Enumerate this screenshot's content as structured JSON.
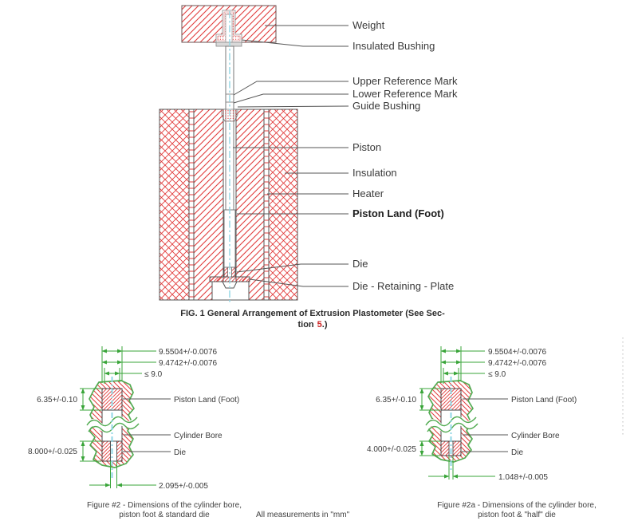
{
  "colors": {
    "hatch_red": "#e13b3b",
    "dimension_green": "#3aa53a",
    "blob_green": "#52ab52",
    "centerline_cyan": "#8fd6e4",
    "leader_gray": "#555555",
    "text_dark": "#3a3a3a",
    "section_ref_red": "#cc2222"
  },
  "fig1": {
    "labels": {
      "weight": "Weight",
      "insulated_bushing": "Insulated Bushing",
      "upper_reference_mark": "Upper Reference Mark",
      "lower_reference_mark": "Lower Reference Mark",
      "guide_bushing": "Guide Bushing",
      "piston": "Piston",
      "insulation": "Insulation",
      "heater": "Heater",
      "piston_land": "Piston Land (Foot)",
      "die": "Die",
      "die_retaining_plate": "Die - Retaining - Plate"
    },
    "caption": {
      "line1": "FIG. 1 General Arrangement of Extrusion Plastometer (See Sec-",
      "line2_pre": "tion",
      "section_ref": "5",
      "line2_post": ".)"
    }
  },
  "fig2": {
    "dims": {
      "outer_diameter": "9.5504+/-0.0076",
      "bore_diameter": "9.4742+/-0.0076",
      "piston_diameter": "≤ 9.0",
      "land_height": "6.35+/-0.10",
      "die_height": "8.000+/-0.025",
      "orifice_diameter": "2.095+/-0.005"
    },
    "labels": {
      "piston_land": "Piston Land (Foot)",
      "cylinder_bore": "Cylinder Bore",
      "die": "Die"
    },
    "caption": {
      "line1": "Figure #2 - Dimensions of the cylinder bore,",
      "line2": "piston foot & standard die"
    }
  },
  "fig2a": {
    "dims": {
      "outer_diameter": "9.5504+/-0.0076",
      "bore_diameter": "9.4742+/-0.0076",
      "piston_diameter": "≤ 9.0",
      "land_height": "6.35+/-0.10",
      "die_height": "4.000+/-0.025",
      "orifice_diameter": "1.048+/-0.005"
    },
    "labels": {
      "piston_land": "Piston Land (Foot)",
      "cylinder_bore": "Cylinder Bore",
      "die": "Die"
    },
    "caption": {
      "line1": "Figure #2a - Dimensions of the cylinder bore,",
      "line2": "piston foot & \"half\" die"
    }
  },
  "footnote": "All measurements in \"mm\""
}
